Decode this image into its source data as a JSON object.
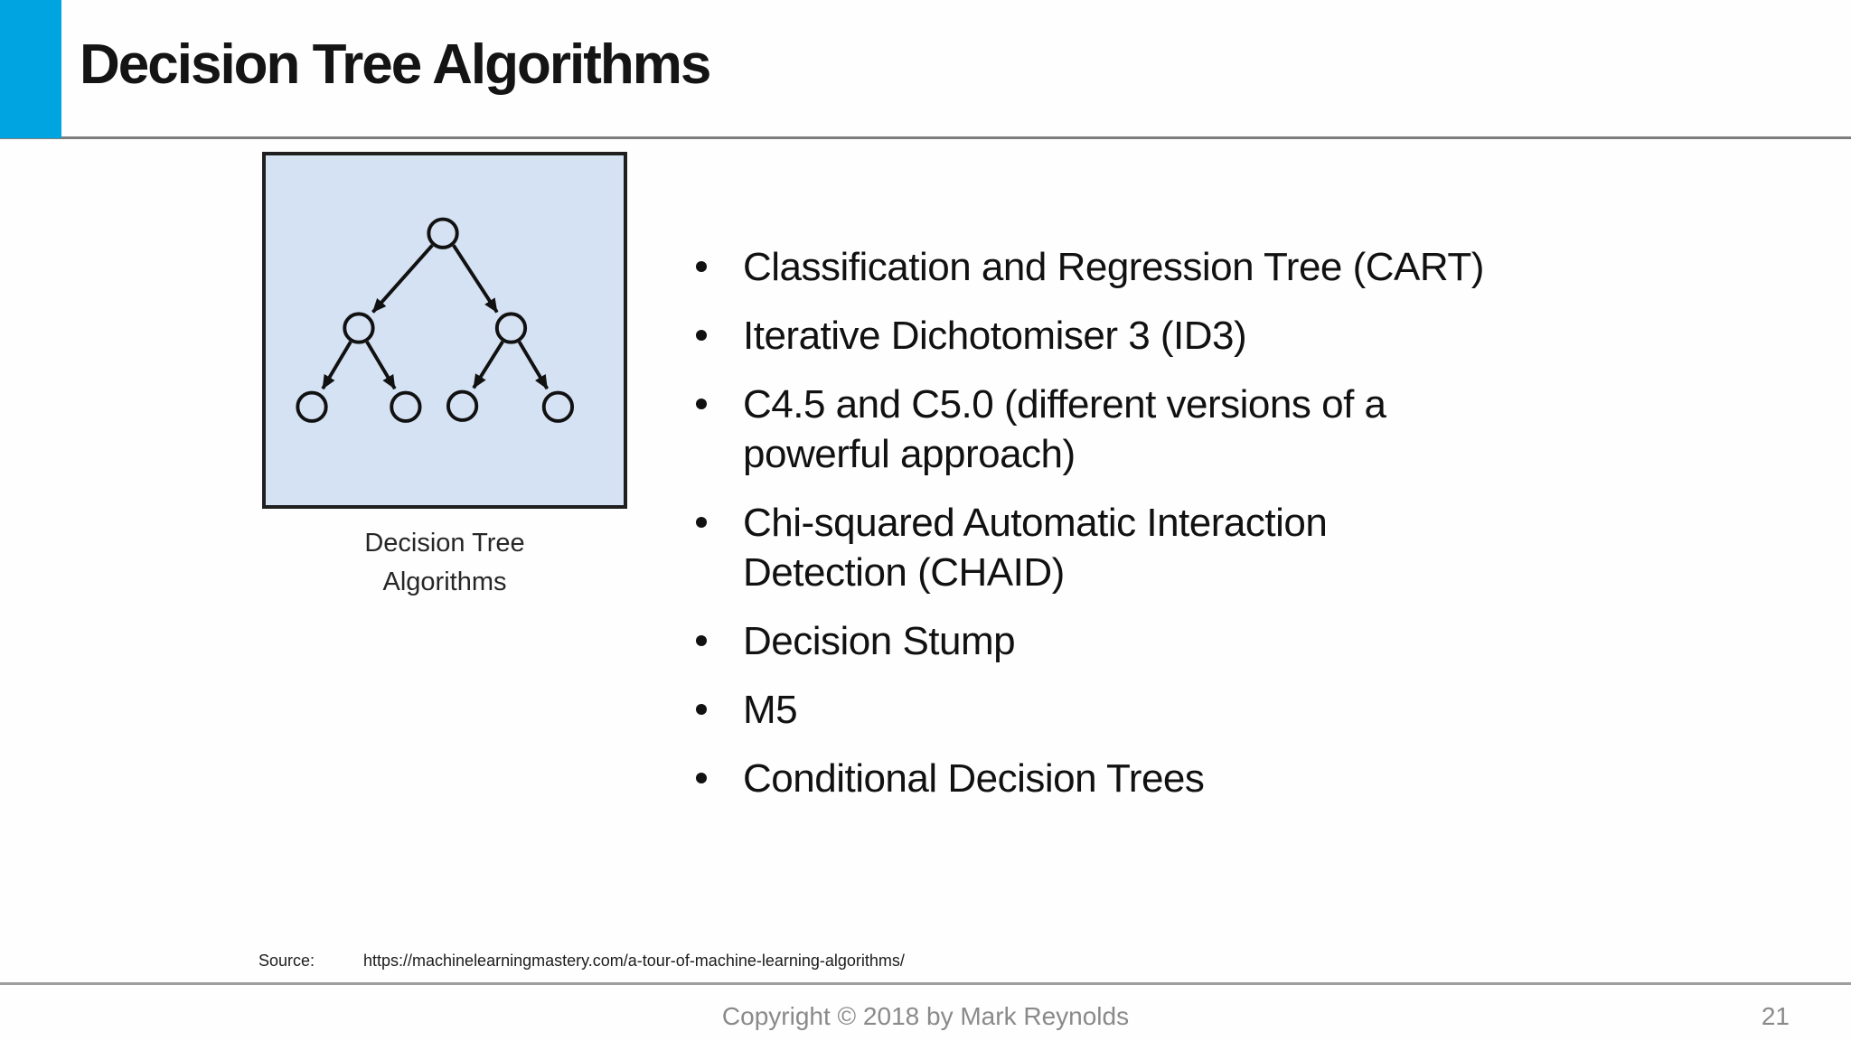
{
  "slide": {
    "title": "Decision Tree Algorithms",
    "footer": "Copyright © 2018 by Mark Reynolds",
    "page_number": "21"
  },
  "figure": {
    "caption": "Decision Tree\nAlgorithms",
    "description": "binary decision tree diagram: 1 root node, 2 internal nodes, 4 leaf nodes connected by arrows"
  },
  "bullets": [
    "Classification and Regression Tree (CART)",
    "Iterative Dichotomiser 3 (ID3)",
    "C4.5 and C5.0 (different versions of a\npowerful approach)",
    "Chi-squared Automatic Interaction\nDetection (CHAID)",
    "Decision Stump",
    "M5",
    "Conditional Decision Trees"
  ],
  "source": {
    "label": "Source:",
    "url": "https://machinelearningmastery.com/a-tour-of-machine-learning-algorithms/"
  },
  "colors": {
    "accent": "#00A4E0",
    "figure_background": "#D5E2F3",
    "divider_gray": "#7D7D7D",
    "footer_gray": "#8A8A8A",
    "text": "#111111"
  }
}
